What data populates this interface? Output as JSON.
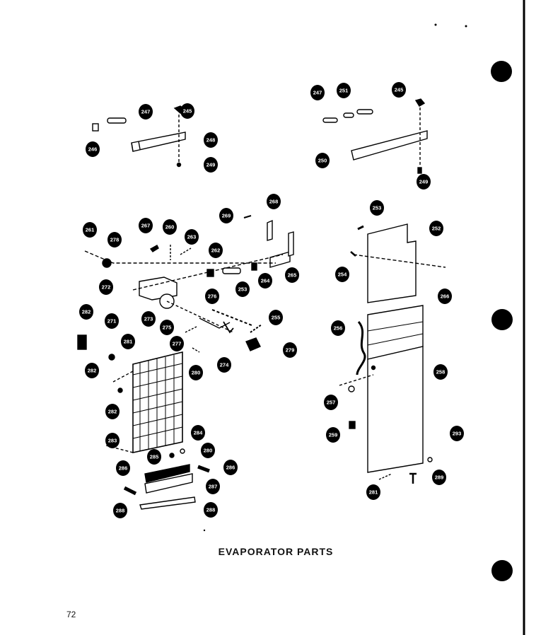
{
  "caption": "EVAPORATOR PARTS",
  "page_number": "72",
  "callouts": [
    {
      "id": "c245a",
      "label": "245"
    },
    {
      "id": "c246",
      "label": "246"
    },
    {
      "id": "c247a",
      "label": "247"
    },
    {
      "id": "c248",
      "label": "248"
    },
    {
      "id": "c249a",
      "label": "249"
    },
    {
      "id": "c247b",
      "label": "247"
    },
    {
      "id": "c251",
      "label": "251"
    },
    {
      "id": "c245b",
      "label": "245"
    },
    {
      "id": "c250",
      "label": "250"
    },
    {
      "id": "c249b",
      "label": "249"
    },
    {
      "id": "c261",
      "label": "261"
    },
    {
      "id": "c278a",
      "label": "278"
    },
    {
      "id": "c267",
      "label": "267"
    },
    {
      "id": "c260",
      "label": "260"
    },
    {
      "id": "c263",
      "label": "263"
    },
    {
      "id": "c262",
      "label": "262"
    },
    {
      "id": "c269",
      "label": "269"
    },
    {
      "id": "c268",
      "label": "268"
    },
    {
      "id": "c265",
      "label": "265"
    },
    {
      "id": "c264",
      "label": "264"
    },
    {
      "id": "c253a",
      "label": "253"
    },
    {
      "id": "c272",
      "label": "272"
    },
    {
      "id": "c271",
      "label": "271"
    },
    {
      "id": "c273",
      "label": "273"
    },
    {
      "id": "c276",
      "label": "276"
    },
    {
      "id": "c275",
      "label": "275"
    },
    {
      "id": "c255",
      "label": "255"
    },
    {
      "id": "c277",
      "label": "277"
    },
    {
      "id": "c274",
      "label": "274"
    },
    {
      "id": "c279",
      "label": "279"
    },
    {
      "id": "c282a",
      "label": "282"
    },
    {
      "id": "c281a",
      "label": "281"
    },
    {
      "id": "c282b",
      "label": "282"
    },
    {
      "id": "c280a",
      "label": "280"
    },
    {
      "id": "c282c",
      "label": "282"
    },
    {
      "id": "c283",
      "label": "283"
    },
    {
      "id": "c284",
      "label": "284"
    },
    {
      "id": "c285",
      "label": "285"
    },
    {
      "id": "c280b",
      "label": "280"
    },
    {
      "id": "c286a",
      "label": "286"
    },
    {
      "id": "c286b",
      "label": "286"
    },
    {
      "id": "c287",
      "label": "287"
    },
    {
      "id": "c288a",
      "label": "288"
    },
    {
      "id": "c288b",
      "label": "288"
    },
    {
      "id": "c253b",
      "label": "253"
    },
    {
      "id": "c252",
      "label": "252"
    },
    {
      "id": "c254",
      "label": "254"
    },
    {
      "id": "c266",
      "label": "266"
    },
    {
      "id": "c256",
      "label": "256"
    },
    {
      "id": "c258",
      "label": "258"
    },
    {
      "id": "c257",
      "label": "257"
    },
    {
      "id": "c259",
      "label": "259"
    },
    {
      "id": "c293",
      "label": "293"
    },
    {
      "id": "c289",
      "label": "289"
    },
    {
      "id": "c281b",
      "label": "281"
    }
  ]
}
